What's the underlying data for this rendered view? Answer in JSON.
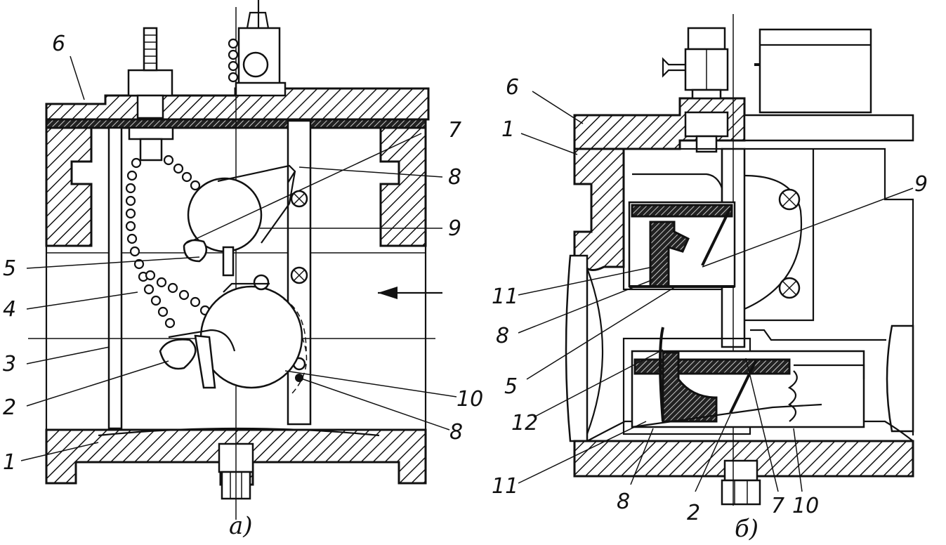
{
  "diagram_a": {
    "caption": "а)",
    "labels": {
      "l6": "6",
      "l7": "7",
      "l8a": "8",
      "l9": "9",
      "l5": "5",
      "l4": "4",
      "l3": "3",
      "l2": "2",
      "l10": "10",
      "l8b": "8",
      "l1": "1"
    }
  },
  "diagram_b": {
    "caption": "б)",
    "labels": {
      "l6": "6",
      "l1": "1",
      "l9": "9",
      "l11a": "11",
      "l8a": "8",
      "l5": "5",
      "l12": "12",
      "l11b": "11",
      "l8b": "8",
      "l2": "2",
      "l7": "7",
      "l10": "10"
    }
  }
}
